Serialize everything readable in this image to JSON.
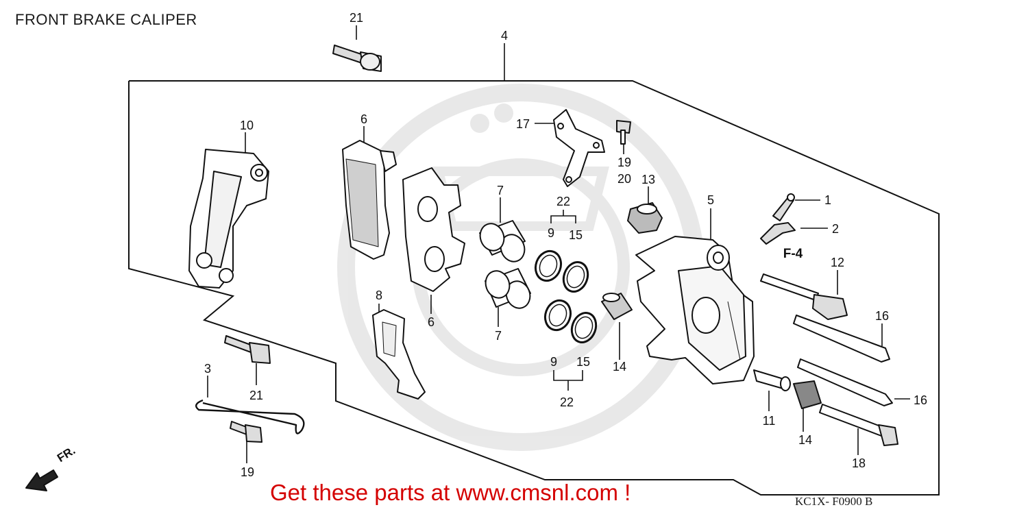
{
  "title": "FRONT BRAKE CALIPER",
  "footer": {
    "promo": "Get these parts at www.cmsnl.com !",
    "code": "KC1X- F0900 B"
  },
  "direction": "FR.",
  "ref_label": "F-4",
  "callouts": [
    {
      "n": "1"
    },
    {
      "n": "2"
    },
    {
      "n": "3"
    },
    {
      "n": "4"
    },
    {
      "n": "5"
    },
    {
      "n": "6"
    },
    {
      "n": "6"
    },
    {
      "n": "7"
    },
    {
      "n": "7"
    },
    {
      "n": "8"
    },
    {
      "n": "9"
    },
    {
      "n": "9"
    },
    {
      "n": "10"
    },
    {
      "n": "11"
    },
    {
      "n": "12"
    },
    {
      "n": "13"
    },
    {
      "n": "14"
    },
    {
      "n": "14"
    },
    {
      "n": "15"
    },
    {
      "n": "15"
    },
    {
      "n": "16"
    },
    {
      "n": "16"
    },
    {
      "n": "17"
    },
    {
      "n": "18"
    },
    {
      "n": "19"
    },
    {
      "n": "19"
    },
    {
      "n": "20"
    },
    {
      "n": "21"
    },
    {
      "n": "21"
    },
    {
      "n": "22"
    },
    {
      "n": "22"
    }
  ]
}
